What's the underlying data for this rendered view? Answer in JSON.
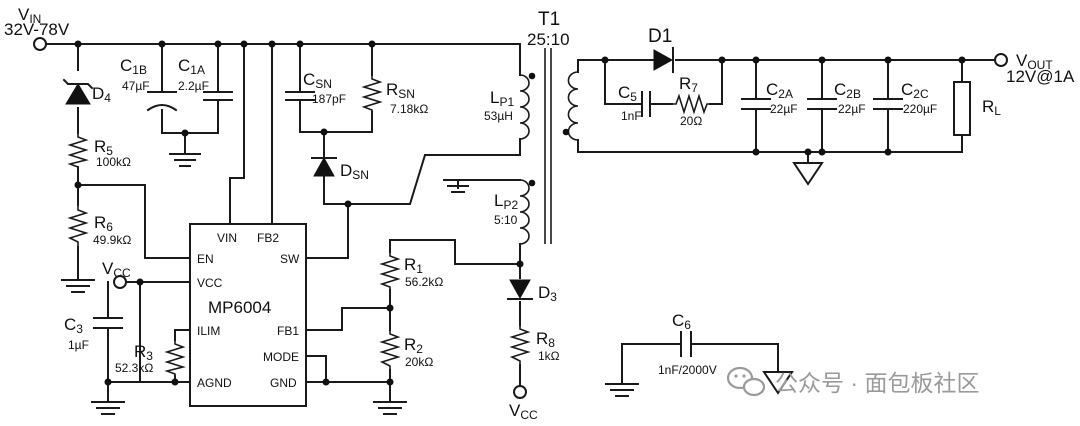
{
  "labels": {
    "vin_name": "V",
    "vin_sub": "IN",
    "vin_range": "32V-78V",
    "vout_name": "V",
    "vout_sub": "OUT",
    "vout_spec": "12V@1A",
    "vcc_name": "V",
    "vcc_sub": "CC",
    "vcc2_name": "V",
    "vcc2_sub": "CC"
  },
  "transformer": {
    "name": "T1",
    "ratio": "25:10",
    "lp1_name": "L",
    "lp1_sub": "P1",
    "lp1_value": "53µH",
    "lp2_name": "L",
    "lp2_sub": "P2",
    "lp2_ratio": "5:10"
  },
  "chip": {
    "name": "MP6004",
    "pins": {
      "vin": "VIN",
      "fb2": "FB2",
      "en": "EN",
      "vcc": "VCC",
      "ilim": "ILIM",
      "agnd": "AGND",
      "sw": "SW",
      "fb1": "FB1",
      "mode": "MODE",
      "gnd": "GND"
    }
  },
  "components": {
    "c1b": {
      "name": "C",
      "sub": "1B",
      "value": "47µF"
    },
    "c1a": {
      "name": "C",
      "sub": "1A",
      "value": "2.2µF"
    },
    "csn": {
      "name": "C",
      "sub": "SN",
      "value": "187pF"
    },
    "rsn": {
      "name": "R",
      "sub": "SN",
      "value": "7.18kΩ"
    },
    "dsn": {
      "name": "D",
      "sub": "SN"
    },
    "d4": {
      "name": "D",
      "sub": "4"
    },
    "r5": {
      "name": "R",
      "sub": "5",
      "value": "100kΩ"
    },
    "r6": {
      "name": "R",
      "sub": "6",
      "value": "49.9kΩ"
    },
    "c3": {
      "name": "C",
      "sub": "3",
      "value": "1µF"
    },
    "r3": {
      "name": "R",
      "sub": "3",
      "value": "52.3kΩ"
    },
    "r1": {
      "name": "R",
      "sub": "1",
      "value": "56.2kΩ"
    },
    "r2": {
      "name": "R",
      "sub": "2",
      "value": "20kΩ"
    },
    "d3": {
      "name": "D",
      "sub": "3"
    },
    "r8": {
      "name": "R",
      "sub": "8",
      "value": "1kΩ"
    },
    "d1": {
      "name": "D1"
    },
    "c5": {
      "name": "C",
      "sub": "5",
      "value": "1nF"
    },
    "r7": {
      "name": "R",
      "sub": "7",
      "value": "20Ω"
    },
    "c2a": {
      "name": "C",
      "sub": "2A",
      "value": "22µF"
    },
    "c2b": {
      "name": "C",
      "sub": "2B",
      "value": "22µF"
    },
    "c2c": {
      "name": "C",
      "sub": "2C",
      "value": "220µF"
    },
    "rl": {
      "name": "R",
      "sub": "L"
    },
    "c6": {
      "name": "C",
      "sub": "6",
      "value": "1nF/2000V"
    }
  },
  "watermark": "公众号 · 面包板社区"
}
